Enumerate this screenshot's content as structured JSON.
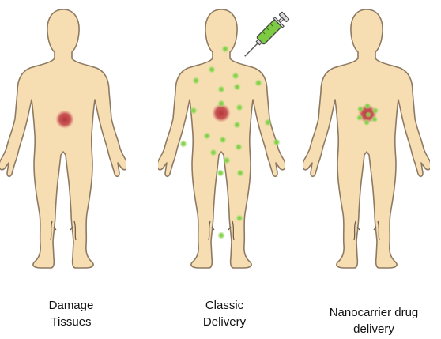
{
  "colors": {
    "skin": "#F7DEB2",
    "skin_outline": "#8E7A63",
    "skin_shade": "#6E5F4E",
    "lesion": "#B7353A",
    "particle": "#78C93B",
    "particle_glow": "#B6E78F",
    "syringe_fluid": "#7DCA43",
    "syringe_outline": "#444444"
  },
  "icons": {
    "injection": "syringe-icon"
  },
  "panels": [
    {
      "id": "damage",
      "caption_lines": [
        "Damage",
        "Tissues"
      ]
    },
    {
      "id": "classic",
      "caption_lines": [
        "Classic",
        "Delivery"
      ]
    },
    {
      "id": "nano",
      "caption_lines": [
        "Nanocarrier drug",
        "delivery"
      ]
    }
  ]
}
